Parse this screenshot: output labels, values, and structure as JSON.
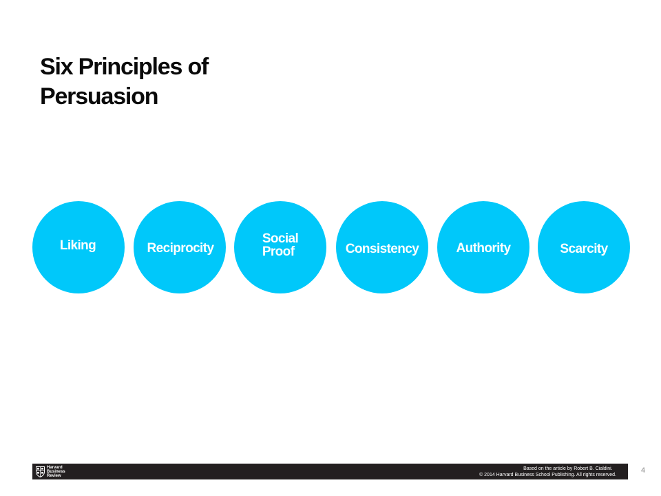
{
  "slide": {
    "title_line1": "Six Principles of",
    "title_line2": "Persuasion",
    "accent_color": "#00c8fa",
    "principles": [
      {
        "label": "Liking"
      },
      {
        "label": "Reciprocity"
      },
      {
        "label": "Social\n Proof"
      },
      {
        "label": "Consistency"
      },
      {
        "label": "Authority"
      },
      {
        "label": "Scarcity"
      }
    ],
    "page_number": "4"
  },
  "footer": {
    "background": "#231f20",
    "logo": {
      "icon": "shield-crest-icon",
      "line1": "Harvard",
      "line2": "Business",
      "line3": "Review"
    },
    "credit_line1": "Based on the article by Robert B. Cialdini.",
    "credit_line2": "© 2014 Harvard Business School Publishing. All rights reserved."
  }
}
